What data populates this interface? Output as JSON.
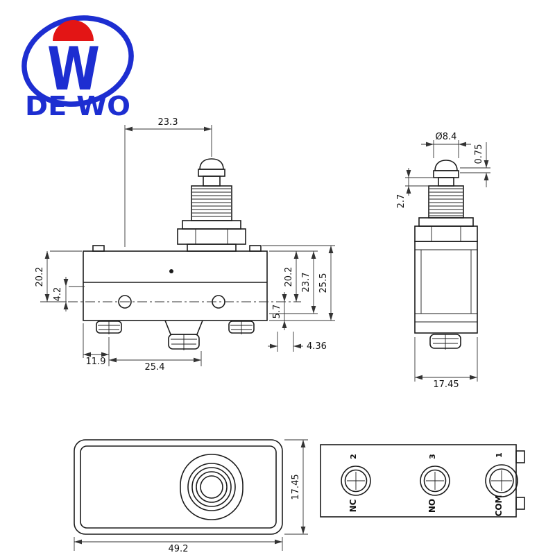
{
  "logo": {
    "brand": "DE WO",
    "monogram": "W",
    "blue": "#1d2ed1",
    "red": "#e31515"
  },
  "front_view": {
    "dim_top_width": "23.3",
    "dim_left_height": "20.2",
    "dim_left_offset": "4.2",
    "dim_right_height": "20.2",
    "dim_right_mid": "23.7",
    "dim_right_total": "25.5",
    "dim_right_offset": "5.7",
    "dim_screw_offset": "4.36",
    "dim_bottom_edge": "11.9",
    "dim_bottom_spacing": "25.4"
  },
  "side_view": {
    "dim_plunger_dia": "Ø8.4",
    "dim_cap_lip": "0.75",
    "dim_travel": "2.7",
    "dim_body_width": "17.45"
  },
  "top_view": {
    "dim_height": "17.45",
    "dim_length": "49.2"
  },
  "terminal_view": {
    "terminals": [
      {
        "number": "2",
        "label": "NC"
      },
      {
        "number": "3",
        "label": "NO"
      },
      {
        "number": "1",
        "label": "COM"
      }
    ]
  }
}
